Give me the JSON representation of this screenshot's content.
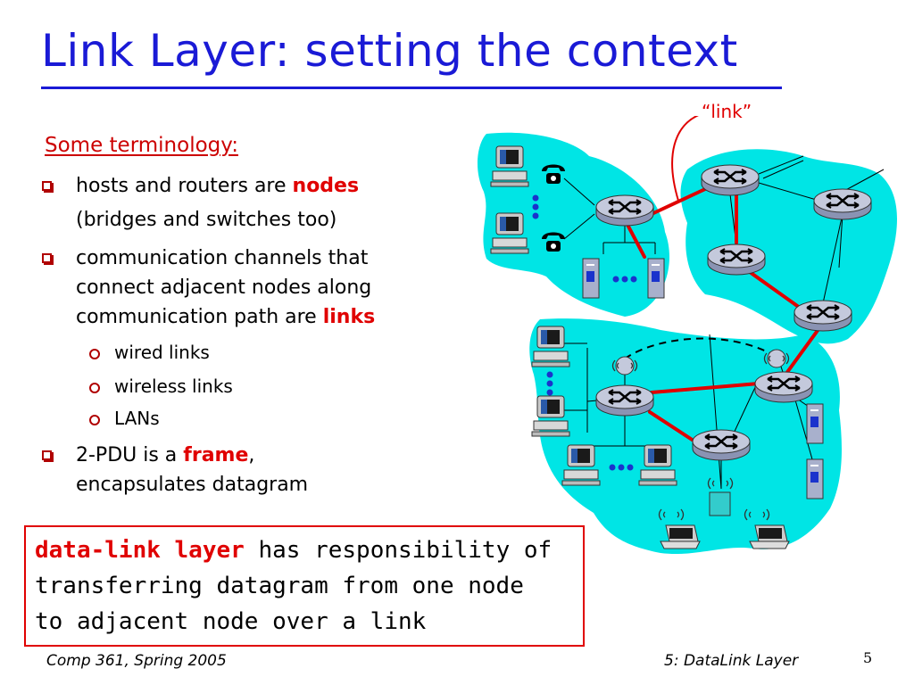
{
  "title": "Link Layer: setting the context",
  "subhead": "Some terminology:",
  "bullets": {
    "b1_pre": "hosts and routers are ",
    "b1_em": "nodes",
    "b1_cont": "(bridges and switches too)",
    "b2_l1": "communication channels that",
    "b2_l2": "connect adjacent nodes along",
    "b2_l3_pre": "communication path are ",
    "b2_l3_em": "links",
    "subs": [
      "wired links",
      "wireless links",
      "LANs"
    ],
    "b3_l1_pre": "2-PDU is a ",
    "b3_l1_em": "frame",
    "b3_l1_post": ",",
    "b3_l2": "encapsulates datagram"
  },
  "note": {
    "em": "data-link layer",
    "l1_rest": " has responsibility of",
    "l2": "transferring datagram from one node",
    "l3": "to adjacent node over a link"
  },
  "diagram": {
    "link_label": "“link”",
    "cloud_color": "#00e5e5",
    "link_color": "#e00000"
  },
  "footer": {
    "left": "Comp 361, Spring 2005",
    "right": "5: DataLink Layer",
    "page": "5"
  }
}
